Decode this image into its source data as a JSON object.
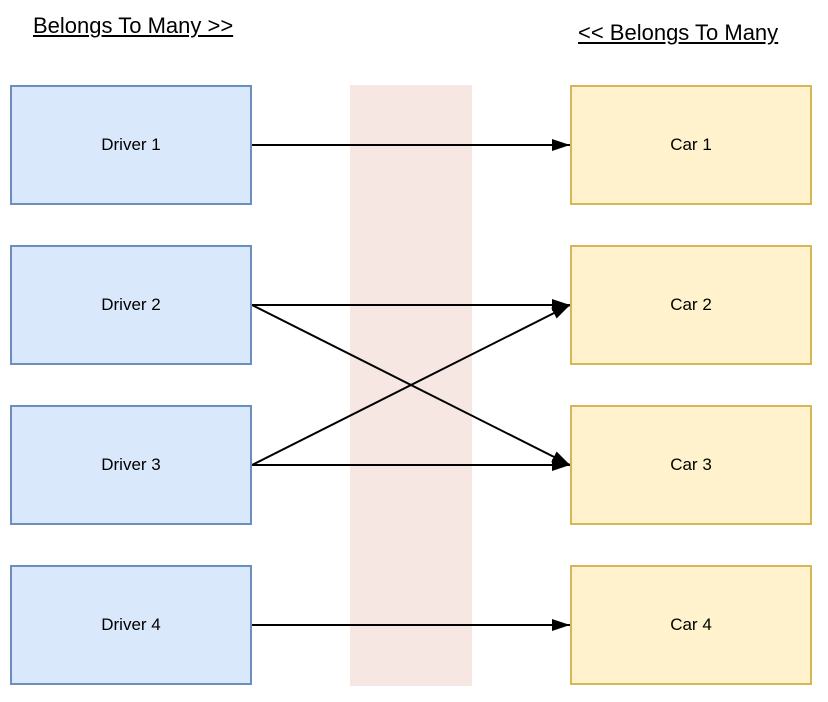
{
  "diagram": {
    "title_left": "Belongs To Many >>",
    "title_right": "<< Belongs To Many",
    "drivers": [
      {
        "label": "Driver 1"
      },
      {
        "label": "Driver 2"
      },
      {
        "label": "Driver 3"
      },
      {
        "label": "Driver 4"
      }
    ],
    "cars": [
      {
        "label": "Car 1"
      },
      {
        "label": "Car 2"
      },
      {
        "label": "Car 3"
      },
      {
        "label": "Car 4"
      }
    ],
    "connections": [
      {
        "from": "Driver 1",
        "to": "Car 1",
        "from_index": 0,
        "to_index": 0
      },
      {
        "from": "Driver 2",
        "to": "Car 2",
        "from_index": 1,
        "to_index": 1
      },
      {
        "from": "Driver 2",
        "to": "Car 3",
        "from_index": 1,
        "to_index": 2
      },
      {
        "from": "Driver 3",
        "to": "Car 2",
        "from_index": 2,
        "to_index": 1
      },
      {
        "from": "Driver 3",
        "to": "Car 3",
        "from_index": 2,
        "to_index": 2
      },
      {
        "from": "Driver 4",
        "to": "Car 4",
        "from_index": 3,
        "to_index": 3
      }
    ],
    "colors": {
      "driver_fill": "#dae8fc",
      "driver_border": "#6c8ebf",
      "car_fill": "#fff2cc",
      "car_border": "#d6b656",
      "band_fill": "#f6e7e3",
      "arrow": "#000000",
      "text": "#000000"
    }
  }
}
